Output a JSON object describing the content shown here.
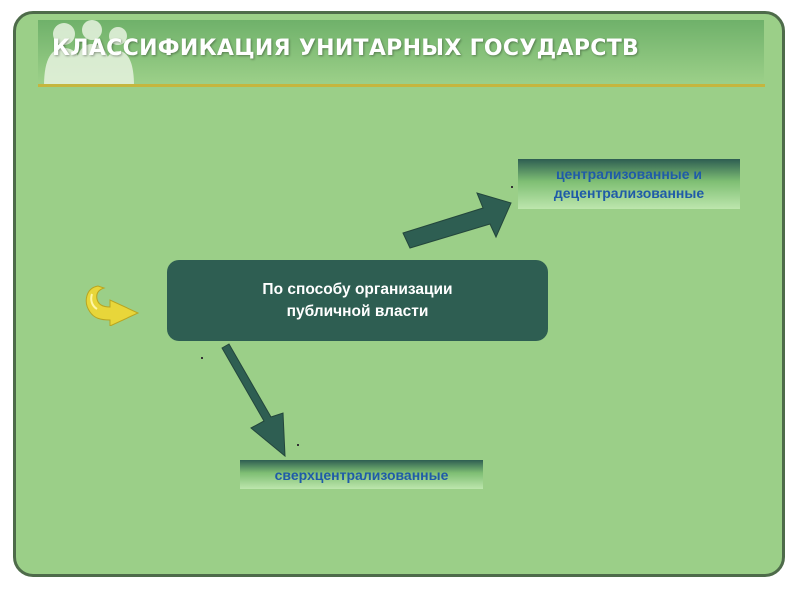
{
  "title": "КЛАССИФИКАЦИЯ УНИТАРНЫХ ГОСУДАРСТВ",
  "main_box": {
    "line1": "По способу организации",
    "line2": "публичной власти"
  },
  "branches": {
    "top": {
      "line1": "централизованные  и",
      "line2": "децентрализованные"
    },
    "bottom": {
      "label": "сверхцентрализованные"
    }
  },
  "icons": {
    "decoration": "people-silhouette-icon",
    "return": "return-arrow-icon"
  },
  "colors": {
    "background": "#9bcf88",
    "box_fill": "#2e5e52",
    "label_text": "#1f5ba8",
    "title_text": "#ffffff",
    "underline": "#c5b63e",
    "return_icon": "#e8d63a"
  }
}
